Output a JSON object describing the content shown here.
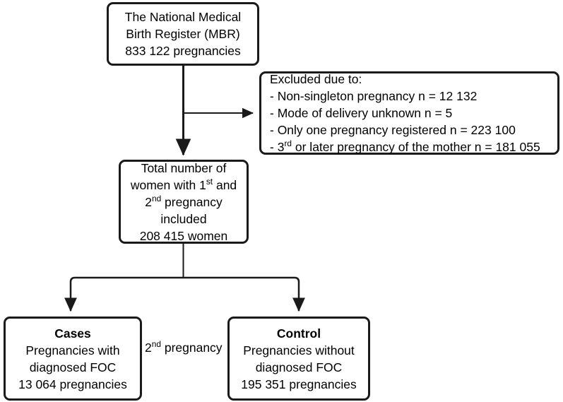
{
  "diagram": {
    "title": "Study population flow chart",
    "type": "flowchart",
    "background_color": "#ffffff",
    "stroke_color": "#1a1a1a"
  },
  "nodes": {
    "mbr": {
      "lines": [
        "The National Medical",
        "Birth Register (MBR)",
        "833 122 pregnancies"
      ]
    },
    "excluded": {
      "heading": "Excluded due to:",
      "items": [
        "- Non-singleton pregnancy n = 12 132",
        "- Mode of delivery unknown n = 5",
        "- Only one pregnancy registered n = 223 100"
      ],
      "item_ordinal": {
        "prefix": "- 3",
        "sup": "rd",
        "suffix": " or later pregnancy of the mother n =  181 055"
      }
    },
    "total": {
      "line1": "Total number of",
      "line2_a": "women with 1",
      "line2_sup": "st",
      "line2_b": " and",
      "line3_sup": "nd",
      "line3_a": "2",
      "line3_b": " pregnancy",
      "line4": "included",
      "line5": "208 415 women"
    },
    "cases": {
      "heading": "Cases",
      "lines": [
        "Pregnancies with",
        "diagnosed FOC",
        "13 064 pregnancies"
      ]
    },
    "control": {
      "heading": "Control",
      "lines": [
        "Pregnancies without",
        "diagnosed FOC",
        "195 351 pregnancies"
      ]
    }
  },
  "edges": {
    "branch_label_a": "2",
    "branch_label_sup": "nd",
    "branch_label_b": " pregnancy"
  }
}
